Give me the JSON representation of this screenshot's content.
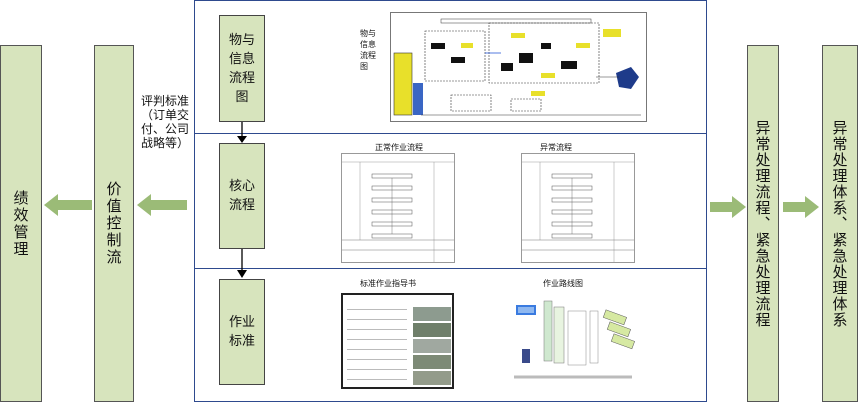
{
  "left": {
    "performance_mgmt": "绩效管理",
    "value_control": "价值控制流",
    "criteria_label": "评判标准（订单交付、公司战略等）"
  },
  "stages": {
    "material_info": "物与信息流程图",
    "core_process": "核心流程",
    "work_standard": "作业标准"
  },
  "captions": {
    "material_info_thumb": "物与信息流程图",
    "normal_flow": "正常作业流程",
    "abnormal_flow": "异常流程",
    "sop": "标准作业指导书",
    "route_map": "作业路线图"
  },
  "right": {
    "abnormal_process": "异常处理流程、紧急处理流程",
    "abnormal_system": "异常处理体系、紧急处理体系"
  },
  "colors": {
    "box_fill": "#d7e4bd",
    "arrow_green": "#9bbb77",
    "frame_blue": "#2e4a8e"
  }
}
